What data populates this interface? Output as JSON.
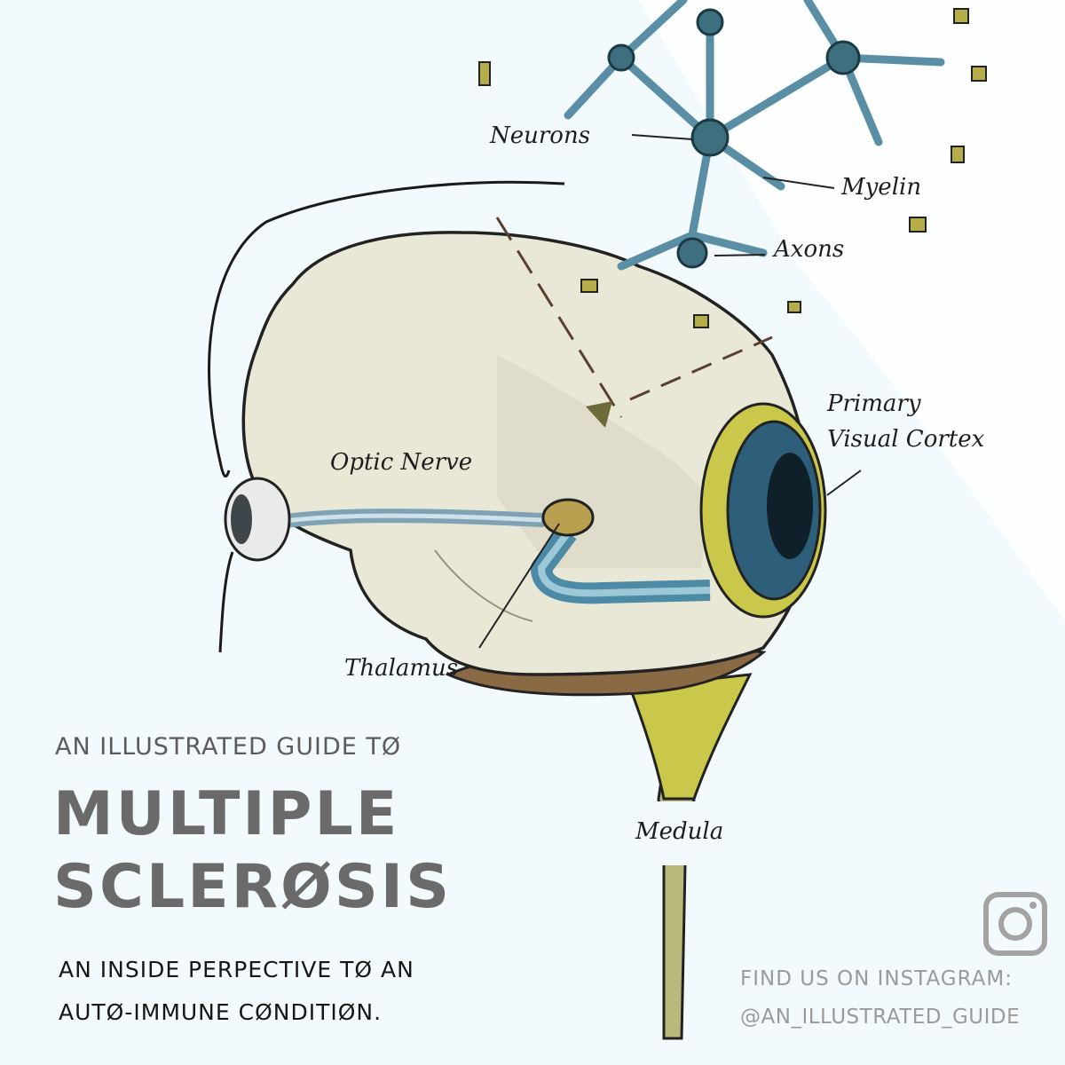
{
  "labels": {
    "neurons": "Neurons",
    "myelin": "Myelin",
    "axons": "Axons",
    "primary_visual_cortex_line1": "Primary",
    "primary_visual_cortex_line2": "Visual Cortex",
    "optic_nerve": "Optic Nerve",
    "thalamus": "Thalamus",
    "medula": "Medula"
  },
  "title": {
    "subtitle": "AN ILLUSTRATED GUIDE TØ",
    "line1": "MULTIPLE",
    "line2": "SCLERØSIS"
  },
  "description": {
    "line1": "AN INSIDE PERPECTIVE TØ AN",
    "line2": "AUTØ-IMMUNE CØNDITIØN."
  },
  "social": {
    "find_text": "FIND US ON INSTAGRAM:",
    "handle": "@AN_ILLUSTRATED_GUIDE",
    "icon": "instagram-icon"
  },
  "colors": {
    "background": "#f2fafd",
    "brain": "#e9e8d6",
    "nerve_blue": "#5a93ad",
    "cortex_yellow": "#c9c84a",
    "medulla_brown": "#8a6a45",
    "spinal_yellow": "#c8c86a",
    "neuron_blue": "#7fb0c4"
  }
}
